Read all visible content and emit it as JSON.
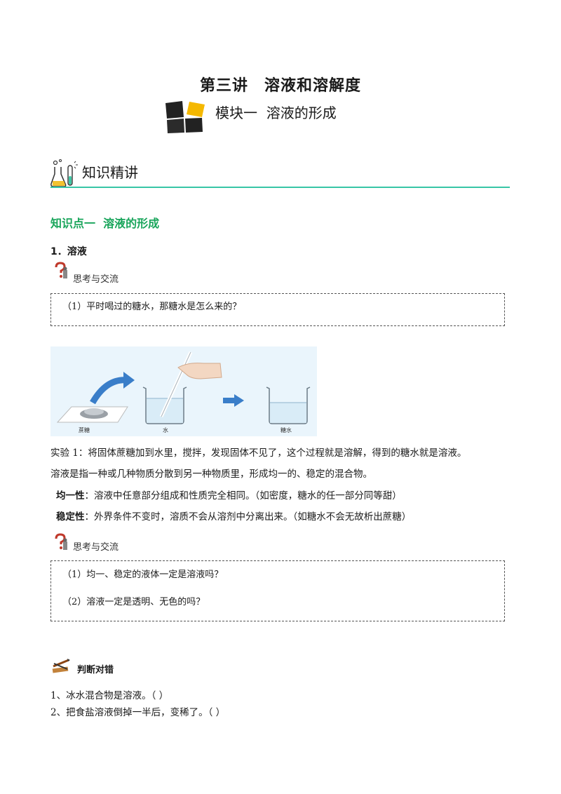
{
  "header": {
    "title": "第三讲　溶液和溶解度",
    "module": "模块一  溶液的形成"
  },
  "section": {
    "heading": "知识精讲",
    "point_title": "知识点一  溶液的形成",
    "sub_title": "1．溶液"
  },
  "think1": {
    "label": "思考与交流",
    "lines": [
      "（1）平时喝过的糖水，那糖水是怎么来的？"
    ]
  },
  "figure": {
    "label_sugar": "蔗糖",
    "label_water": "水",
    "label_sugarwater": "糖水"
  },
  "body": {
    "experiment": "实验 1：将固体蔗糖加到水里，搅拌，发现固体不见了，这个过程就是溶解，得到的糖水就是溶液。",
    "definition": "溶液是指一种或几种物质分散到另一种物质里，形成均一的、稳定的混合物。",
    "uniform_lead": "均一性",
    "uniform_text": "：溶液中任意部分组成和性质完全相同。（如密度，糖水的任一部分同等甜）",
    "stable_lead": "稳定性",
    "stable_text": "：外界条件不变时，溶质不会从溶剂中分离出来。（如糖水不会无故析出蔗糖）"
  },
  "think2": {
    "label": "思考与交流",
    "lines": [
      "（1）均一、稳定的液体一定是溶液吗？",
      "（2）溶液一定是透明、无色的吗？"
    ]
  },
  "judge": {
    "title": "判断对错",
    "items": [
      "1、冰水混合物是溶液。（   ）",
      "2、把食盐溶液倒掉一半后，变稀了。（   ）"
    ]
  },
  "colors": {
    "accent_green": "#19a55b",
    "rule_teal": "#38c6a6",
    "module_yellow": "#f5b800"
  }
}
